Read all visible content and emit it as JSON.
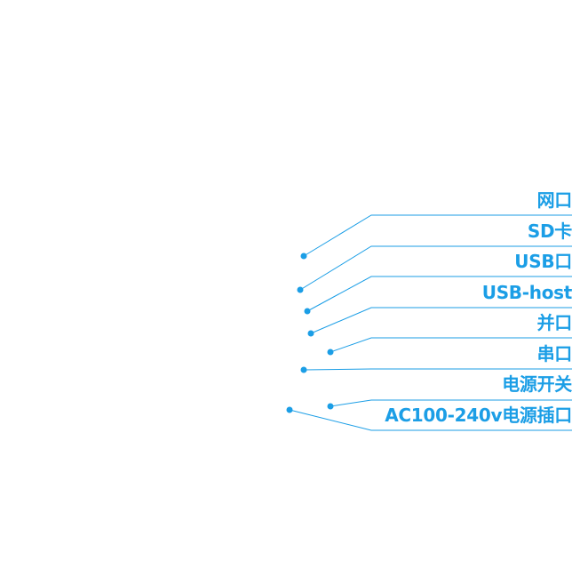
{
  "accent_color": "#1b9ee6",
  "callouts": [
    {
      "label": "网口"
    },
    {
      "label": "SD卡"
    },
    {
      "label": "USB口"
    },
    {
      "label": "USB-host"
    },
    {
      "label": "并口"
    },
    {
      "label": "串口"
    },
    {
      "label": "电源开关"
    },
    {
      "label": "AC100-240v电源插口"
    }
  ]
}
